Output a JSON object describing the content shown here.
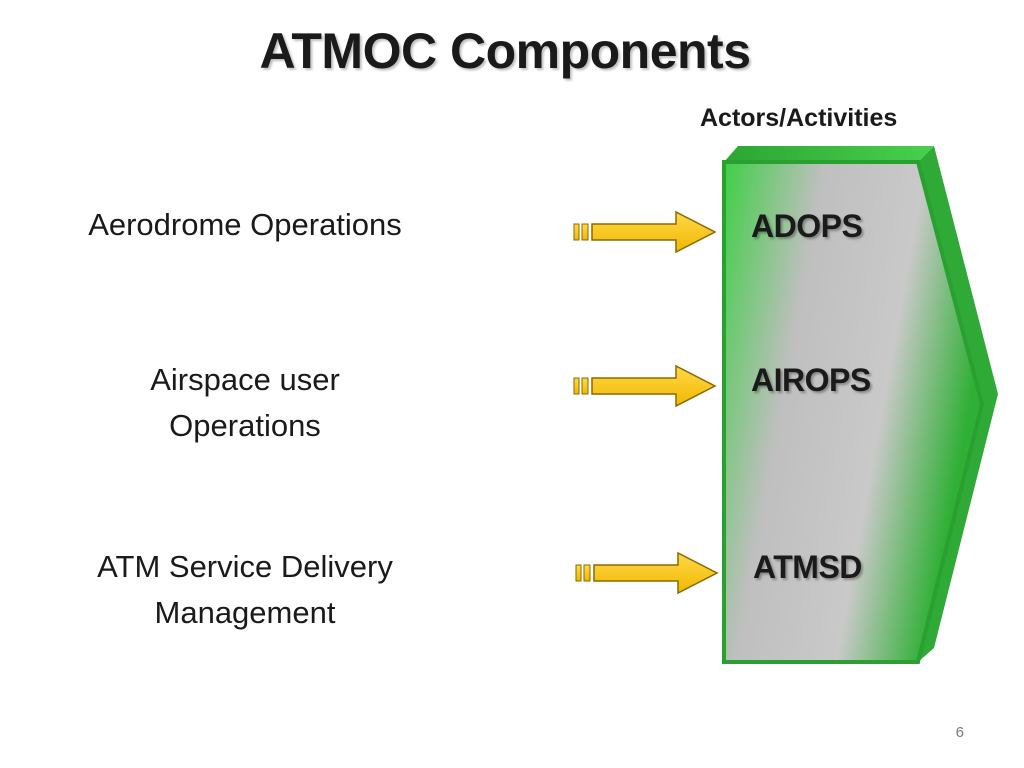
{
  "slide": {
    "title": "ATMOC Components",
    "column_header": "Actors/Activities",
    "page_number": "6"
  },
  "rows": [
    {
      "left_lines": [
        "Aerodrome Operations"
      ],
      "actor": "ADOPS"
    },
    {
      "left_lines": [
        "Airspace user",
        "Operations"
      ],
      "actor": "AIROPS"
    },
    {
      "left_lines": [
        "ATM Service Delivery",
        "Management"
      ],
      "actor": "ATMSD"
    }
  ],
  "colors": {
    "arrow_fill": "#f5c400",
    "arrow_stroke": "#8a6a00",
    "box_green": "#34b83a",
    "box_green_dark": "#1f8f27",
    "box_gray": "#c6c6c6"
  }
}
